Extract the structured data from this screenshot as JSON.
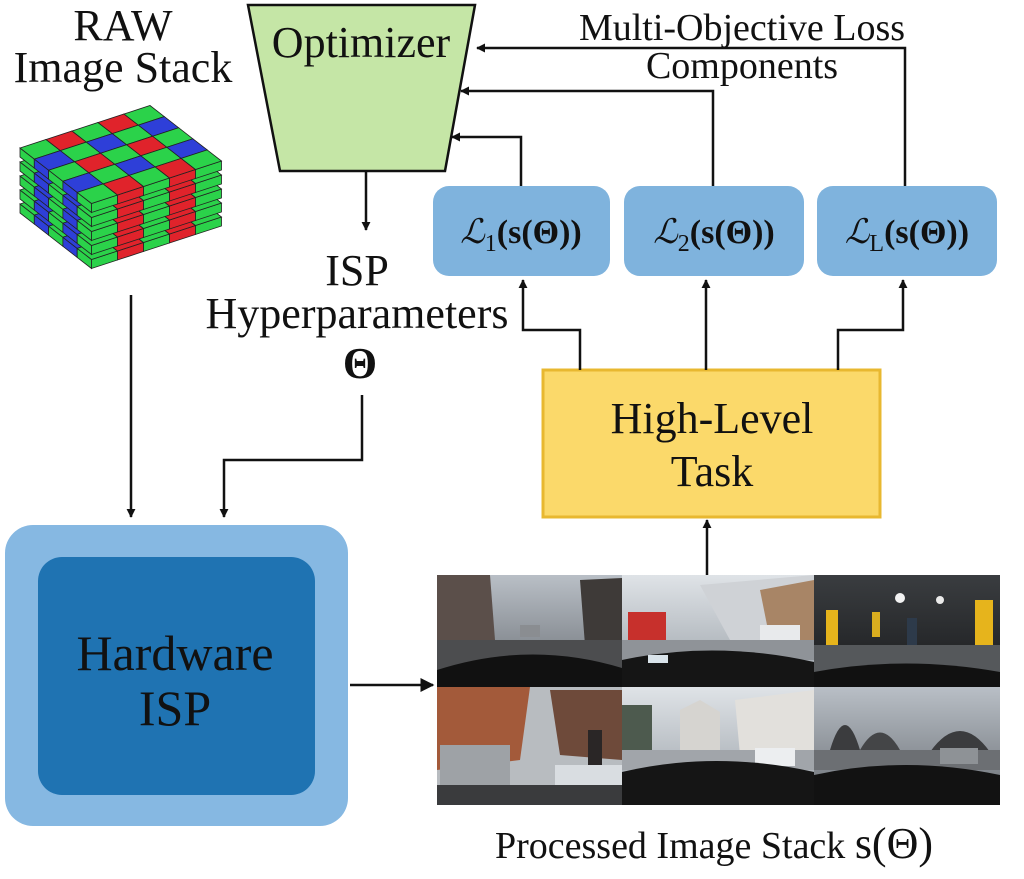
{
  "labels": {
    "raw_stack": [
      "RAW",
      "Image Stack"
    ],
    "optimizer": "Optimizer",
    "loss_components": [
      "Multi-Objective Loss",
      "Components"
    ],
    "isp_hyper": [
      "ISP",
      "Hyperparameters"
    ],
    "theta": "Θ",
    "hardware_isp": [
      "Hardware",
      "ISP"
    ],
    "high_level_task": [
      "High-Level",
      "Task"
    ],
    "processed_stack_text": "Processed Image Stack ",
    "processed_stack_symbol": "s(Θ)"
  },
  "losses": [
    {
      "script": "ℒ",
      "sub": "1",
      "arg": "(s(Θ))"
    },
    {
      "script": "ℒ",
      "sub": "2",
      "arg": "(s(Θ))"
    },
    {
      "script": "ℒ",
      "sub": "L",
      "arg": "(s(Θ))"
    }
  ],
  "colors": {
    "optimizer_fill": "#c5e6a6",
    "loss_box": "#7fb3dd",
    "hardware_outer": "#86b8e2",
    "hardware_inner": "#1f73b2",
    "task_fill": "#fbd96a",
    "task_border": "#e8b830",
    "bayer_red": "#e0232b",
    "bayer_green": "#2bd24a",
    "bayer_blue": "#2e3fd8"
  }
}
